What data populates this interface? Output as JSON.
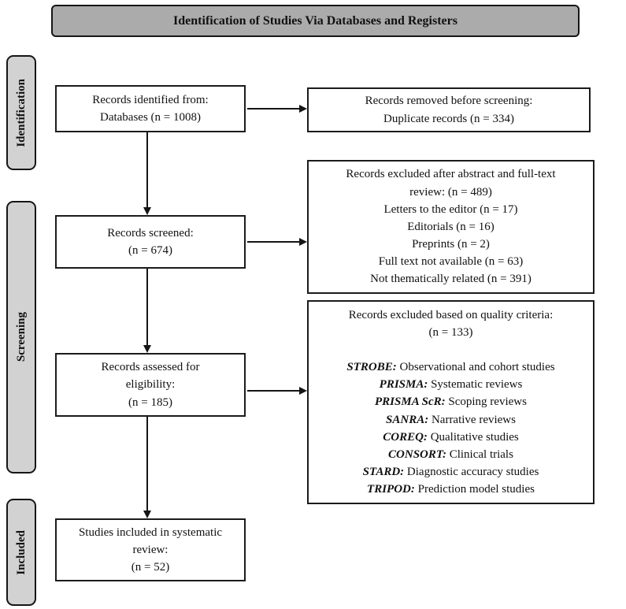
{
  "title": "Identification of Studies Via Databases and Registers",
  "stages": [
    {
      "label": "Identification"
    },
    {
      "label": "Screening"
    },
    {
      "label": "Included"
    }
  ],
  "boxes": {
    "identified": {
      "lines": [
        "Records identified from:",
        "Databases (n = 1008)"
      ]
    },
    "removed": {
      "lines": [
        "Records removed before screening:",
        "Duplicate records (n = 334)"
      ]
    },
    "screened": {
      "lines": [
        "Records screened:",
        "(n = 674)"
      ]
    },
    "excluded_review": {
      "lines": [
        "Records excluded after abstract and full-text",
        "review: (n = 489)",
        "Letters to the editor (n = 17)",
        "Editorials (n = 16)",
        "Preprints (n = 2)",
        "Full text not available (n = 63)",
        "Not thematically related (n = 391)"
      ]
    },
    "assessed": {
      "lines": [
        "Records assessed for",
        "eligibility:",
        "(n = 185)"
      ]
    },
    "excluded_quality": {
      "header_lines": [
        "Records excluded based on quality criteria:",
        "(n = 133)"
      ],
      "criteria": [
        {
          "tool": "STROBE:",
          "desc": " Observational and cohort studies"
        },
        {
          "tool": "PRISMA:",
          "desc": " Systematic reviews"
        },
        {
          "tool": "PRISMA ScR:",
          "desc": " Scoping reviews"
        },
        {
          "tool": "SANRA:",
          "desc": " Narrative reviews"
        },
        {
          "tool": "COREQ:",
          "desc": " Qualitative studies"
        },
        {
          "tool": "CONSORT:",
          "desc": " Clinical trials"
        },
        {
          "tool": "STARD:",
          "desc": " Diagnostic accuracy studies"
        },
        {
          "tool": "TRIPOD:",
          "desc": " Prediction model studies"
        }
      ]
    },
    "included": {
      "lines": [
        "Studies included in systematic",
        "review:",
        "(n = 52)"
      ]
    }
  },
  "colors": {
    "title_bg": "#ababab",
    "stage_bg": "#d2d2d2",
    "box_bg": "#ffffff",
    "border": "#161616",
    "text": "#111111"
  }
}
